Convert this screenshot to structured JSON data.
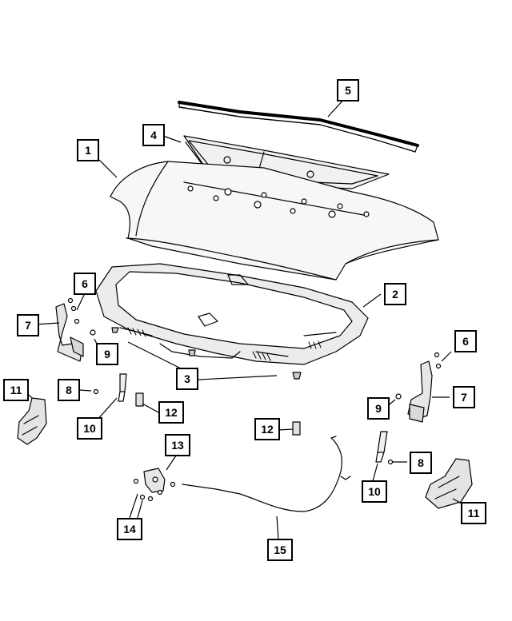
{
  "diagram": {
    "callouts": {
      "c1": "1",
      "c2": "2",
      "c3": "3",
      "c4": "4",
      "c5": "5",
      "c6a": "6",
      "c6b": "6",
      "c7a": "7",
      "c7b": "7",
      "c8a": "8",
      "c8b": "8",
      "c9a": "9",
      "c9b": "9",
      "c10a": "10",
      "c10b": "10",
      "c11a": "11",
      "c11b": "11",
      "c12a": "12",
      "c12b": "12",
      "c13": "13",
      "c14": "14",
      "c15": "15"
    }
  }
}
